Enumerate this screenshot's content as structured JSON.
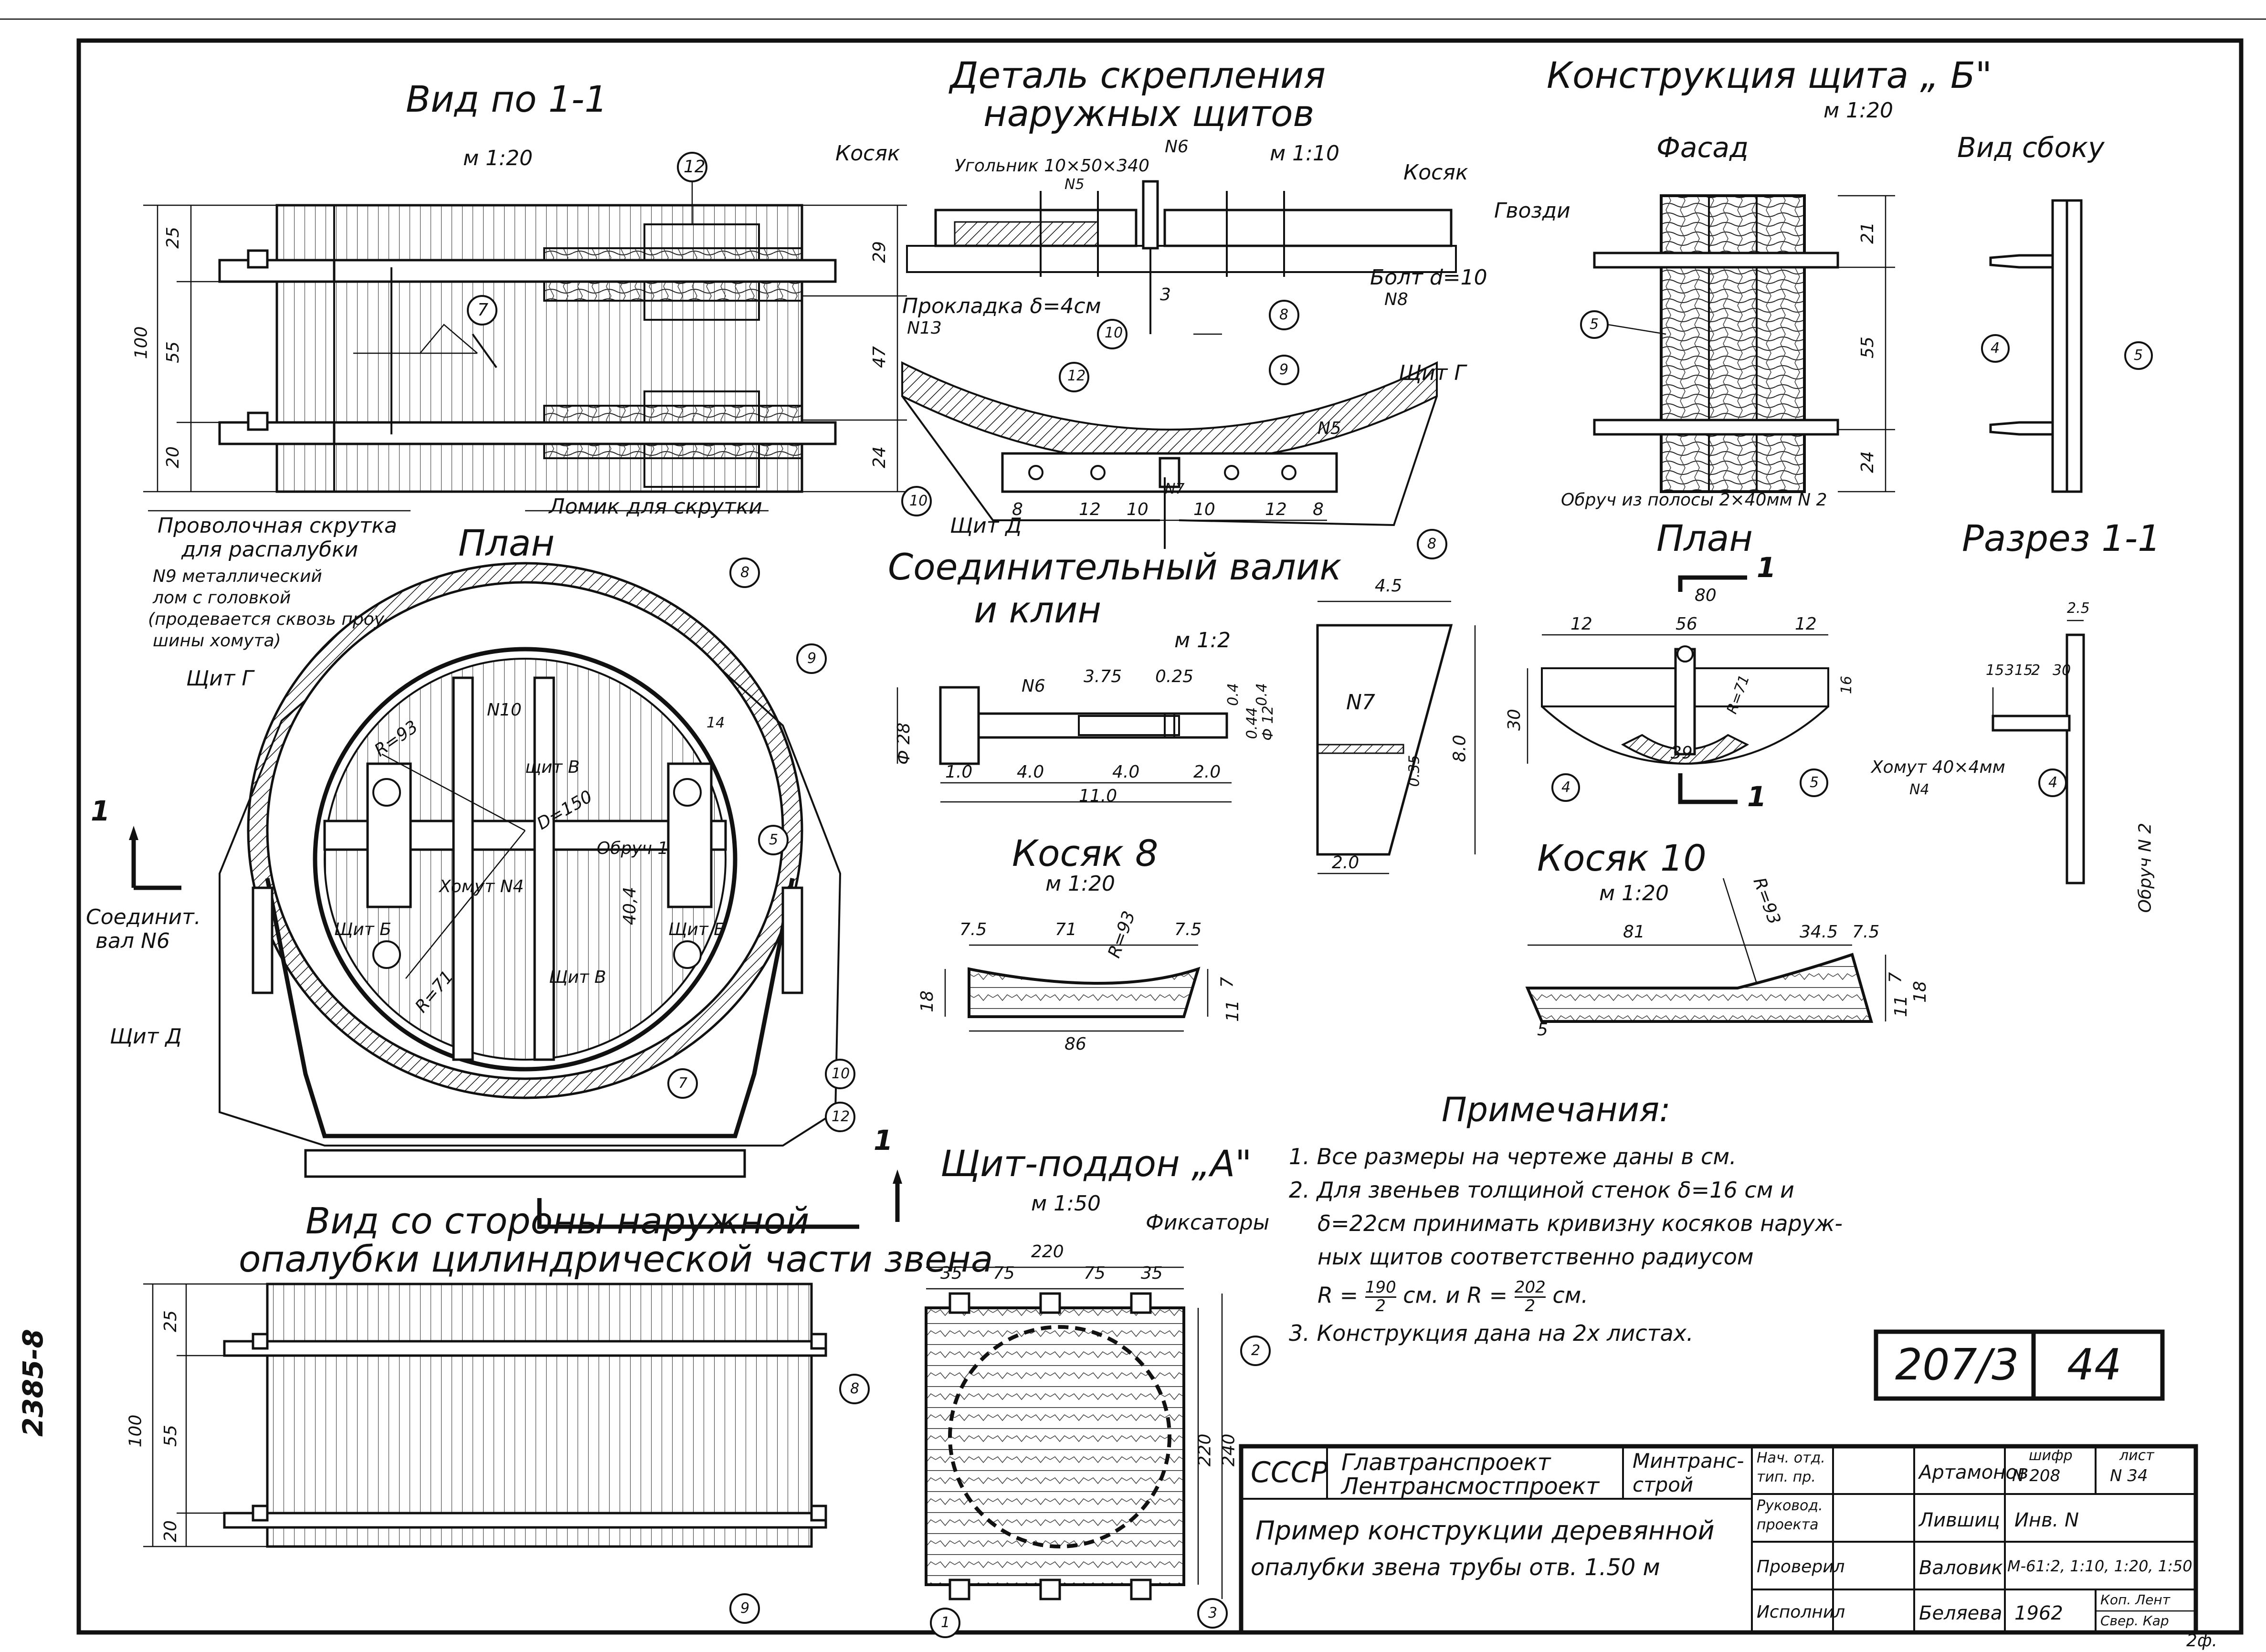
{
  "stamp_side": "2385-8",
  "corner_mark": "2ф.",
  "views": {
    "view_1_1": {
      "title": "Вид по 1-1",
      "scale": "м 1:20",
      "dims_left": [
        "25",
        "55",
        "20"
      ],
      "dim_total": "100",
      "dims_right": [
        "29",
        "47",
        "24"
      ],
      "callout_12": "12",
      "callout_7": "7",
      "note_wire": "Проволочная скрутка",
      "note_wire2": "для распалубки",
      "note_crowbar": "Ломик для скрутки",
      "note_lom1": "N9 металлический",
      "note_lom2": "лом с головкой",
      "note_lom3": "(продевается сквозь проу-",
      "note_lom4": "шины хомута)"
    },
    "detail": {
      "title1": "Деталь скрепления",
      "title2": "наружных щитов",
      "scale": "м 1:10",
      "kosyak_left": "Косяк",
      "kosyak_right": "Косяк",
      "ugolnik": "Угольник 10×50×340",
      "ugolnik_n": "N5",
      "n6": "N6",
      "bolt": "Болт d=10",
      "bolt_n": "N8",
      "prokladka": "Прокладка δ=4см",
      "prokladka_n": "N13",
      "dim_3": "3",
      "c10": "10",
      "c8": "8",
      "c12": "12",
      "c9": "9",
      "shchit_g": "Щит Г",
      "n5b": "N5",
      "n7": "N7",
      "shchit_d": "Щит Д",
      "dims_bottom": [
        "8",
        "12",
        "10",
        "10",
        "12",
        "8"
      ]
    },
    "konstr_b": {
      "title": "Конструкция щита „ Б\"",
      "scale": "м 1:20",
      "fasad": "Фасад",
      "vid_sboku": "Вид сбоку",
      "gvozdi": "Гвозди",
      "obruch": "Обруч из полосы 2×40мм N 2",
      "dims_right": [
        "21",
        "55",
        "24"
      ],
      "c5a": "5",
      "c4": "4",
      "c5b": "5"
    },
    "plan_main": {
      "title": "План",
      "shchit_g": "Щит Г",
      "soedinit1": "Соединит.",
      "soedinit2": "вал N6",
      "shchit_d": "Щит Д",
      "n10": "N10",
      "r93": "R=93",
      "shchit_v_top": "щит В",
      "d150": "D=150",
      "obruch1": "Обруч 1",
      "khomut": "Хомут N4",
      "shchit_b_l": "Щит Б",
      "shchit_b_r": "Щит Б",
      "dim_404": "40,4",
      "r71": "R=71",
      "shchit_v_bot": "Щит В",
      "c14": "14",
      "c8": "8",
      "c9": "9",
      "c5": "5",
      "c7": "7",
      "c10": "10",
      "c12": "12",
      "sec_mark": "1"
    },
    "valik": {
      "title1": "Соединительный валик",
      "title2": "и клин",
      "scale": "м 1:2",
      "n6": "N6",
      "phi": "Ф 28",
      "d375": "3.75",
      "d025": "0.25",
      "d_small": [
        "0.4",
        "0.44",
        "0.4",
        "Ф 12"
      ],
      "d_bottom": [
        "1.0",
        "4.0",
        "4.0",
        "2.0"
      ],
      "d_total": "11.0",
      "wedge_top": "4.5",
      "wedge_n": "N7",
      "wedge_h": "8.0",
      "wedge_t": "0.35",
      "wedge_bot": "2.0"
    },
    "plan_b": {
      "title": "План",
      "sec": "1",
      "d80": "80",
      "d12a": "12",
      "d56": "56",
      "d12b": "12",
      "d30": "30",
      "d16": "16",
      "d39": "39",
      "r71": "R=71",
      "c4": "4",
      "c5": "5"
    },
    "razrez": {
      "title": "Разрез 1-1",
      "d25": "2.5",
      "dims": [
        "15",
        "3",
        "15",
        "2",
        "30"
      ],
      "khomut": "Хомут 40×4мм",
      "khomut_n": "N4",
      "obruch": "Обруч N 2",
      "c4": "4"
    },
    "kosyak8": {
      "title": "Косяк 8",
      "scale": "м 1:20",
      "d75a": "7.5",
      "d71": "71",
      "r93": "R=93",
      "d75b": "7.5",
      "d18": "18",
      "d7": "7",
      "d11": "11",
      "d86": "86"
    },
    "kosyak10": {
      "title": "Косяк 10",
      "scale": "м 1:20",
      "d81": "81",
      "r": "R=93",
      "d345": "34.5",
      "d75": "7.5",
      "d7": "7",
      "d11": "11",
      "d18": "18",
      "d5": "5"
    },
    "vid_storona": {
      "title1": "Вид со стороны наружной",
      "title2": "опалубки цилиндрической части звена",
      "dims_left": [
        "25",
        "55",
        "20"
      ],
      "dim_total": "100",
      "c8": "8",
      "c9": "9"
    },
    "poddon": {
      "title": "Щит-поддон „А\"",
      "scale": "м 1:50",
      "fiksatory": "Фиксаторы",
      "d220": "220",
      "dims_top": [
        "35",
        "75",
        "75",
        "35"
      ],
      "d220v": "220",
      "d240": "240",
      "c2": "2",
      "c1": "1",
      "c3": "3",
      "sec": "1"
    }
  },
  "notes": {
    "title": "Примечания:",
    "n1": "1. Все размеры на чертеже даны в см.",
    "n2a": "2. Для звеньев толщиной стенок δ=16 см и",
    "n2b": "δ=22см принимать кривизну косяков наруж-",
    "n2c": "ных щитов соответственно радиусом",
    "n2d_a": "R =",
    "n2d_n1": "190",
    "n2d_d1": "2",
    "n2d_b": "см. и R =",
    "n2d_n2": "202",
    "n2d_d2": "2",
    "n2d_c": "см.",
    "n3": "3. Конструкция дана на 2х листах."
  },
  "sheet_no": {
    "left": "207/3",
    "right": "44"
  },
  "title_block": {
    "ussr": "СССР",
    "org1": "Главтранспроект",
    "org2": "Лентрансмостпроект",
    "min1": "Минтранс-",
    "min2": "строй",
    "r1_a": "Нач. отд.",
    "r1_b": "тип. пр.",
    "r1_name": "Артамонов",
    "r2_a": "Руковод.",
    "r2_b": "проекта",
    "r2_name": "Лившиц",
    "r3": "Проверил",
    "r3_name": "Валовик",
    "r4": "Исполнил",
    "r4_name": "Беляева",
    "sig1": "",
    "sig2": "",
    "sig3": "",
    "sig4": "",
    "shifr_lbl": "шифр",
    "shifr": "N 208",
    "list_lbl": "лист",
    "list": "N 34",
    "inv": "Инв. N",
    "scales": "M-61:2, 1:10, 1:20, 1:50",
    "year": "1962",
    "kop": "Коп. Лент",
    "sver": "Свер. Кар",
    "descr1": "Пример конструкции деревянной",
    "descr2": "опалубки звена трубы отв. 1.50 м"
  }
}
